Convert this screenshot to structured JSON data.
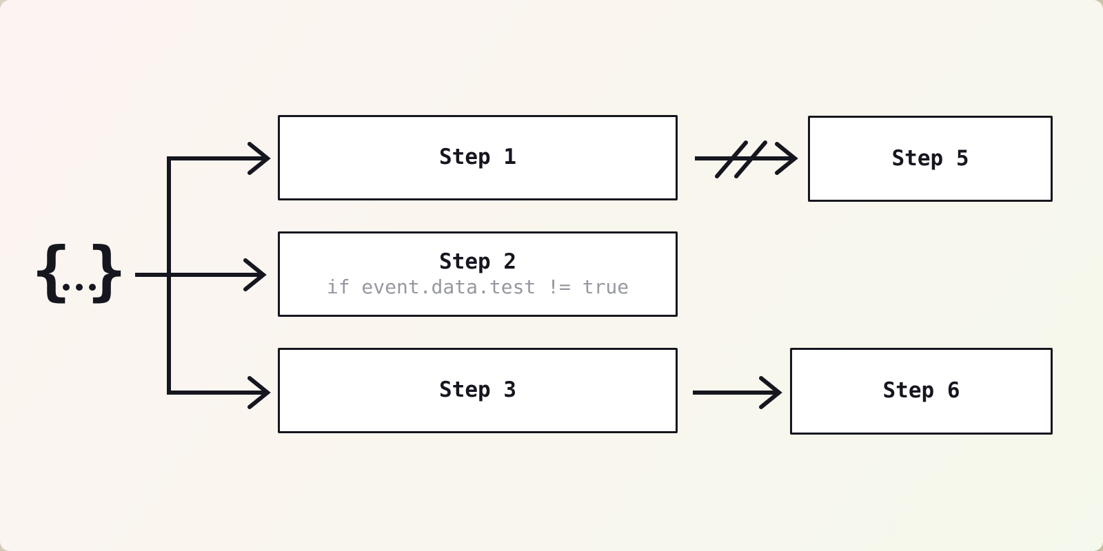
{
  "diagram": {
    "event_icon": {
      "brace_left": "{",
      "brace_right": "}"
    },
    "nodes": [
      {
        "id": "step-1",
        "label": "Step 1"
      },
      {
        "id": "step-2",
        "label": "Step 2",
        "condition": "if event.data.test != true"
      },
      {
        "id": "step-3",
        "label": "Step 3"
      },
      {
        "id": "step-5",
        "label": "Step 5"
      },
      {
        "id": "step-6",
        "label": "Step 6"
      }
    ],
    "connections": [
      {
        "from": "event-payload",
        "to": "step-1",
        "style": "arrow"
      },
      {
        "from": "event-payload",
        "to": "step-2",
        "style": "arrow"
      },
      {
        "from": "event-payload",
        "to": "step-3",
        "style": "arrow"
      },
      {
        "from": "step-1",
        "to": "step-5",
        "style": "cancelled-arrow"
      },
      {
        "from": "step-3",
        "to": "step-6",
        "style": "arrow"
      }
    ],
    "colors": {
      "ink": "#16161f",
      "node_fill": "#ffffff",
      "node_border": "#16161f",
      "condition_text": "#9698a0",
      "canvas_top_left": "#fcf4f2",
      "canvas_bottom_right": "#f5f8ec",
      "outer_frame": "#cdc6ae"
    }
  }
}
